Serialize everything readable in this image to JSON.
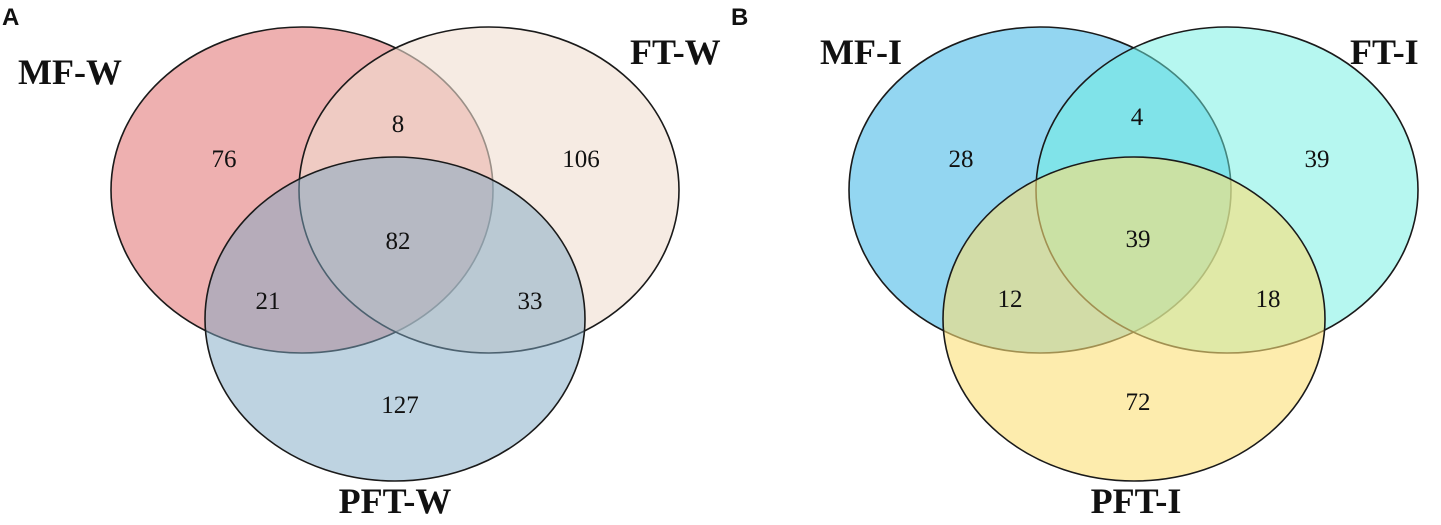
{
  "panels": [
    {
      "letter": "A",
      "sets": [
        {
          "label": "MF-W",
          "color": "#e37b7b"
        },
        {
          "label": "FT-W",
          "color": "#f0ddd0"
        },
        {
          "label": "PFT-W",
          "color": "#7ea8c4"
        }
      ],
      "counts": {
        "only_1": "76",
        "only_2": "106",
        "only_3": "127",
        "1_2": "8",
        "1_3": "21",
        "2_3": "33",
        "all": "82"
      }
    },
    {
      "letter": "B",
      "sets": [
        {
          "label": "MF-I",
          "color": "#3ab5e6"
        },
        {
          "label": "FT-I",
          "color": "#6df0e2"
        },
        {
          "label": "PFT-I",
          "color": "#fbe076"
        }
      ],
      "counts": {
        "only_1": "28",
        "only_2": "39",
        "only_3": "72",
        "1_2": "4",
        "1_3": "12",
        "2_3": "18",
        "all": "39"
      }
    }
  ]
}
